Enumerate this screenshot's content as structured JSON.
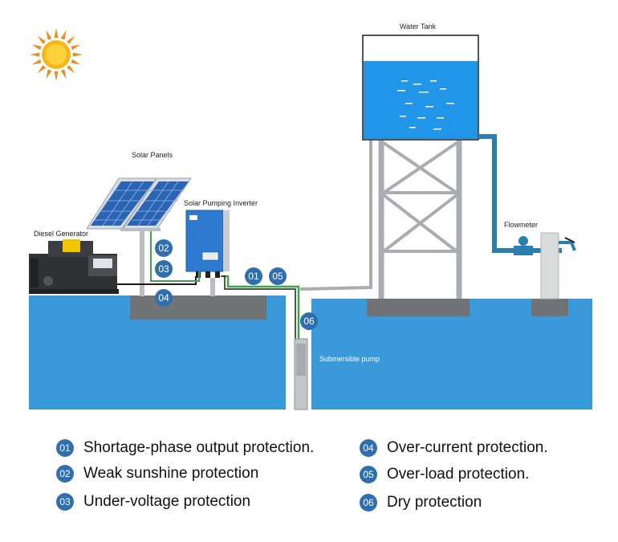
{
  "labels": {
    "water_tank": "Water Tank",
    "solar_panels": "Solar Panels",
    "solar_pumping_inverter": "Solar Pumping Inverter",
    "diesel_generator": "Diesel Generator",
    "flowmeter": "Flowmeter",
    "submersible_pump": "Submersible pump"
  },
  "badges": {
    "b01": "01",
    "b02": "02",
    "b03": "03",
    "b04": "04",
    "b05": "05",
    "b06": "06"
  },
  "legend": [
    {
      "num": "01",
      "text": "Shortage-phase output protection."
    },
    {
      "num": "02",
      "text": "Weak sunshine protection"
    },
    {
      "num": "03",
      "text": "Under-voltage protection"
    },
    {
      "num": "04",
      "text": "Over-current protection."
    },
    {
      "num": "05",
      "text": "Over-load protection."
    },
    {
      "num": "06",
      "text": "Dry protection"
    }
  ],
  "icons": {
    "sun": "sun-icon",
    "solar_panel": "solar-panel-icon",
    "inverter": "inverter-icon",
    "generator": "diesel-generator-icon",
    "tank": "water-tank-icon",
    "flowmeter": "flowmeter-icon",
    "faucet": "faucet-icon",
    "pump": "submersible-pump-icon"
  },
  "colors": {
    "water": "#3a9ad9",
    "tank_water": "#2196e8",
    "badge": "#2f6fb0",
    "cable_green": "#3aa64a"
  }
}
